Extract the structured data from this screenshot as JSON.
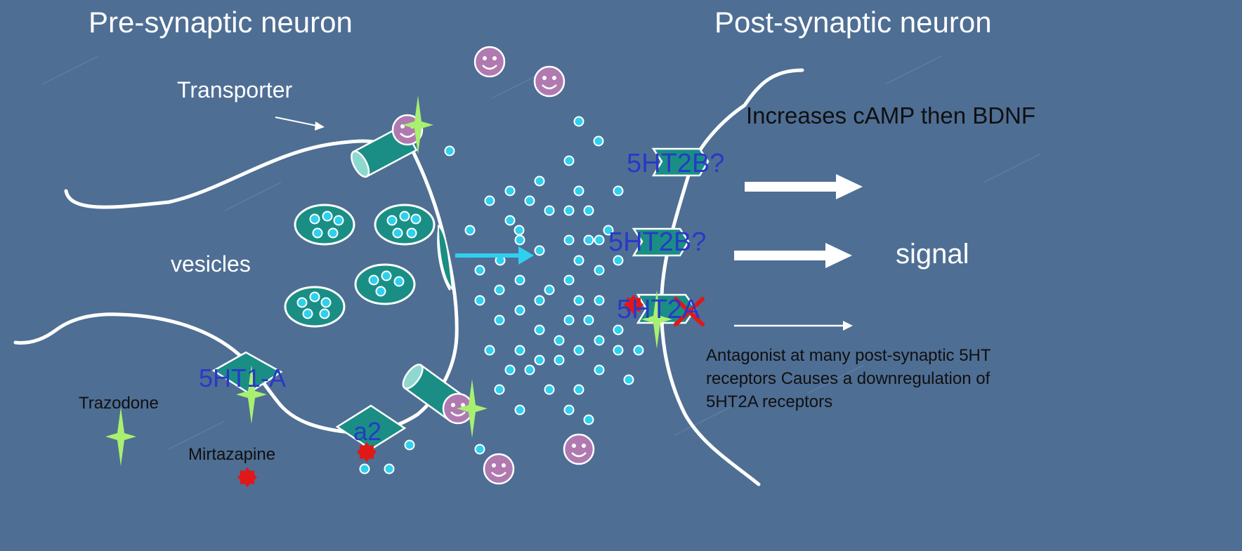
{
  "titles": {
    "pre": "Pre-synaptic neuron",
    "post": "Post-synaptic neuron"
  },
  "labels": {
    "transporter": "Transporter",
    "vesicles": "vesicles",
    "trazodone": "Trazodone",
    "mirtazapine": "Mirtazapine",
    "increases": "Increases cAMP then BDNF",
    "signal": "signal"
  },
  "receptors": {
    "r1": "5HT2B?",
    "r2": "5HT2B?",
    "r3": "5HT2A",
    "presyn": "5HT1-A",
    "alpha2": "a2"
  },
  "note": "Antagonist at many post-synaptic 5HT receptors Causes a downregulation of 5HT2A receptors",
  "colors": {
    "background": "#4e6e94",
    "receptor": "#1a8e84",
    "serotonin_dot": "#2fd0ee",
    "trazodone_star": "#a8f070",
    "mirtazapine_mark": "#e01818",
    "smiley": "#b07ab0"
  },
  "icons": [
    "smiley-face-icon",
    "trazodone-star-icon",
    "mirtazapine-starburst-icon",
    "red-x-icon",
    "arrow-icon"
  ]
}
